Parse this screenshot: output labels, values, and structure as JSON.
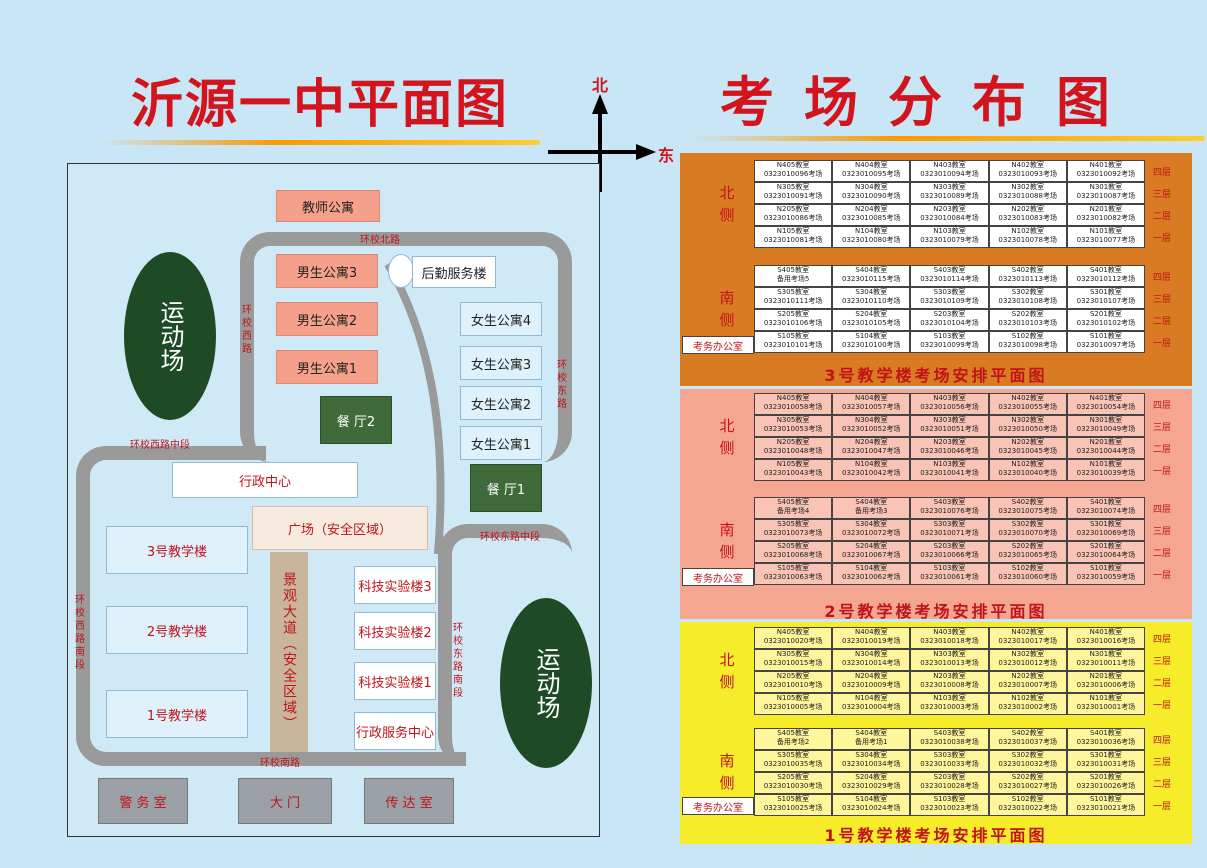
{
  "left_title": "沂源一中平面图",
  "right_title": "考场分布图",
  "compass": {
    "north": "北",
    "east": "东"
  },
  "roads": {
    "north": "环校北路",
    "west": "环校西路",
    "west_middle": "环校西路中段",
    "west_south": "环校西路南段",
    "east": "环校东路",
    "east_middle": "环校东路中段",
    "east_south": "环校东路南段",
    "south": "环校南路"
  },
  "buildings": {
    "teacher_apartment": "教师公寓",
    "logistics": "后勤服务楼",
    "boys3": "男生公寓3",
    "boys2": "男生公寓2",
    "boys1": "男生公寓1",
    "girls4": "女生公寓4",
    "girls3": "女生公寓3",
    "girls2": "女生公寓2",
    "girls1": "女生公寓1",
    "canteen2": "餐  厅2",
    "canteen1": "餐  厅1",
    "admin_center": "行政中心",
    "plaza": "广场（安全区域）",
    "avenue": "景观大道（安全区域）",
    "teach3": "3号教学楼",
    "teach2": "2号教学楼",
    "teach1": "1号教学楼",
    "lab3": "科技实验楼3",
    "lab2": "科技实验楼2",
    "lab1": "科技实验楼1",
    "admin_service": "行政服务中心",
    "field_left": "运动场",
    "field_right": "运动场",
    "police": "警 务 室",
    "gate": "大    门",
    "reception": "传 达 室"
  },
  "sides": {
    "north": "北侧",
    "south": "南侧"
  },
  "floors": [
    "四层",
    "三层",
    "二层",
    "一层"
  ],
  "office": "考务办公室",
  "colors": {
    "b3": "#d97b22",
    "b2": "#f4a690",
    "b1": "#f7ec2a"
  },
  "panels": [
    {
      "id": "b3",
      "title": "3号教学楼考场安排平面图",
      "north": [
        [
          [
            "N405教室",
            "0323010096考场"
          ],
          [
            "N404教室",
            "0323010095考场"
          ],
          [
            "N403教室",
            "0323010094考场"
          ],
          [
            "N402教室",
            "0323010093考场"
          ],
          [
            "N401教室",
            "0323010092考场"
          ]
        ],
        [
          [
            "N305教室",
            "0323010091考场"
          ],
          [
            "N304教室",
            "0323010090考场"
          ],
          [
            "N303教室",
            "0323010089考场"
          ],
          [
            "N302教室",
            "0323010088考场"
          ],
          [
            "N301教室",
            "0323010087考场"
          ]
        ],
        [
          [
            "N205教室",
            "0323010086考场"
          ],
          [
            "N204教室",
            "0323010085考场"
          ],
          [
            "N203教室",
            "0323010084考场"
          ],
          [
            "N202教室",
            "0323010083考场"
          ],
          [
            "N201教室",
            "0323010082考场"
          ]
        ],
        [
          [
            "N105教室",
            "0323010081考场"
          ],
          [
            "N104教室",
            "0323010080考场"
          ],
          [
            "N103教室",
            "0323010079考场"
          ],
          [
            "N102教室",
            "0323010078考场"
          ],
          [
            "N101教室",
            "0323010077考场"
          ]
        ]
      ],
      "south": [
        [
          [
            "S405教室",
            "备用考场5"
          ],
          [
            "S404教室",
            "0323010115考场"
          ],
          [
            "S403教室",
            "0323010114考场"
          ],
          [
            "S402教室",
            "0323010113考场"
          ],
          [
            "S401教室",
            "0323010112考场"
          ]
        ],
        [
          [
            "S305教室",
            "0323010111考场"
          ],
          [
            "S304教室",
            "0323010110考场"
          ],
          [
            "S303教室",
            "0323010109考场"
          ],
          [
            "S302教室",
            "0323010108考场"
          ],
          [
            "S301教室",
            "0323010107考场"
          ]
        ],
        [
          [
            "S205教室",
            "0323010106考场"
          ],
          [
            "S204教室",
            "0323010105考场"
          ],
          [
            "S203教室",
            "0323010104考场"
          ],
          [
            "S202教室",
            "0323010103考场"
          ],
          [
            "S201教室",
            "0323010102考场"
          ]
        ],
        [
          [
            "S105教室",
            "0323010101考场"
          ],
          [
            "S104教室",
            "0323010100考场"
          ],
          [
            "S103教室",
            "0323010099考场"
          ],
          [
            "S102教室",
            "0323010098考场"
          ],
          [
            "S101教室",
            "0323010097考场"
          ]
        ]
      ]
    },
    {
      "id": "b2",
      "title": "2号教学楼考场安排平面图",
      "north": [
        [
          [
            "N405教室",
            "0323010058考场"
          ],
          [
            "N404教室",
            "0323010057考场"
          ],
          [
            "N403教室",
            "0323010056考场"
          ],
          [
            "N402教室",
            "0323010055考场"
          ],
          [
            "N401教室",
            "0323010054考场"
          ]
        ],
        [
          [
            "N305教室",
            "0323010053考场"
          ],
          [
            "N304教室",
            "0323010052考场"
          ],
          [
            "N303教室",
            "0323010051考场"
          ],
          [
            "N302教室",
            "0323010050考场"
          ],
          [
            "N301教室",
            "0323010049考场"
          ]
        ],
        [
          [
            "N205教室",
            "0323010048考场"
          ],
          [
            "N204教室",
            "0323010047考场"
          ],
          [
            "N203教室",
            "0323010046考场"
          ],
          [
            "N202教室",
            "0323010045考场"
          ],
          [
            "N201教室",
            "0323010044考场"
          ]
        ],
        [
          [
            "N105教室",
            "0323010043考场"
          ],
          [
            "N104教室",
            "0323010042考场"
          ],
          [
            "N103教室",
            "0323010041考场"
          ],
          [
            "N102教室",
            "0323010040考场"
          ],
          [
            "N101教室",
            "0323010039考场"
          ]
        ]
      ],
      "south": [
        [
          [
            "S405教室",
            "备用考场4"
          ],
          [
            "S404教室",
            "备用考场3"
          ],
          [
            "S403教室",
            "0323010076考场"
          ],
          [
            "S402教室",
            "0323010075考场"
          ],
          [
            "S401教室",
            "0323010074考场"
          ]
        ],
        [
          [
            "S305教室",
            "0323010073考场"
          ],
          [
            "S304教室",
            "0323010072考场"
          ],
          [
            "S303教室",
            "0323010071考场"
          ],
          [
            "S302教室",
            "0323010070考场"
          ],
          [
            "S301教室",
            "0323010069考场"
          ]
        ],
        [
          [
            "S205教室",
            "0323010068考场"
          ],
          [
            "S204教室",
            "0323010067考场"
          ],
          [
            "S203教室",
            "0323010066考场"
          ],
          [
            "S202教室",
            "0323010065考场"
          ],
          [
            "S201教室",
            "0323010064考场"
          ]
        ],
        [
          [
            "S105教室",
            "0323010063考场"
          ],
          [
            "S104教室",
            "0323010062考场"
          ],
          [
            "S103教室",
            "0323010061考场"
          ],
          [
            "S102教室",
            "0323010060考场"
          ],
          [
            "S101教室",
            "0323010059考场"
          ]
        ]
      ]
    },
    {
      "id": "b1",
      "title": "1号教学楼考场安排平面图",
      "north": [
        [
          [
            "N405教室",
            "0323010020考场"
          ],
          [
            "N404教室",
            "0323010019考场"
          ],
          [
            "N403教室",
            "0323010018考场"
          ],
          [
            "N402教室",
            "0323010017考场"
          ],
          [
            "N401教室",
            "0323010016考场"
          ]
        ],
        [
          [
            "N305教室",
            "0323010015考场"
          ],
          [
            "N304教室",
            "0323010014考场"
          ],
          [
            "N303教室",
            "0323010013考场"
          ],
          [
            "N302教室",
            "0323010012考场"
          ],
          [
            "N301教室",
            "0323010011考场"
          ]
        ],
        [
          [
            "N205教室",
            "0323010010考场"
          ],
          [
            "N204教室",
            "0323010009考场"
          ],
          [
            "N203教室",
            "0323010008考场"
          ],
          [
            "N202教室",
            "0323010007考场"
          ],
          [
            "N201教室",
            "0323010006考场"
          ]
        ],
        [
          [
            "N105教室",
            "0323010005考场"
          ],
          [
            "N104教室",
            "0323010004考场"
          ],
          [
            "N103教室",
            "0323010003考场"
          ],
          [
            "N102教室",
            "0323010002考场"
          ],
          [
            "N101教室",
            "0323010001考场"
          ]
        ]
      ],
      "south": [
        [
          [
            "S405教室",
            "备用考场2"
          ],
          [
            "S404教室",
            "备用考场1"
          ],
          [
            "S403教室",
            "0323010038考场"
          ],
          [
            "S402教室",
            "0323010037考场"
          ],
          [
            "S401教室",
            "0323010036考场"
          ]
        ],
        [
          [
            "S305教室",
            "0323010035考场"
          ],
          [
            "S304教室",
            "0323010034考场"
          ],
          [
            "S303教室",
            "0323010033考场"
          ],
          [
            "S302教室",
            "0323010032考场"
          ],
          [
            "S301教室",
            "0323010031考场"
          ]
        ],
        [
          [
            "S205教室",
            "0323010030考场"
          ],
          [
            "S204教室",
            "0323010029考场"
          ],
          [
            "S203教室",
            "0323010028考场"
          ],
          [
            "S202教室",
            "0323010027考场"
          ],
          [
            "S201教室",
            "0323010026考场"
          ]
        ],
        [
          [
            "S105教室",
            "0323010025考场"
          ],
          [
            "S104教室",
            "0323010024考场"
          ],
          [
            "S103教室",
            "0323010023考场"
          ],
          [
            "S102教室",
            "0323010022考场"
          ],
          [
            "S101教室",
            "0323010021考场"
          ]
        ]
      ]
    }
  ]
}
